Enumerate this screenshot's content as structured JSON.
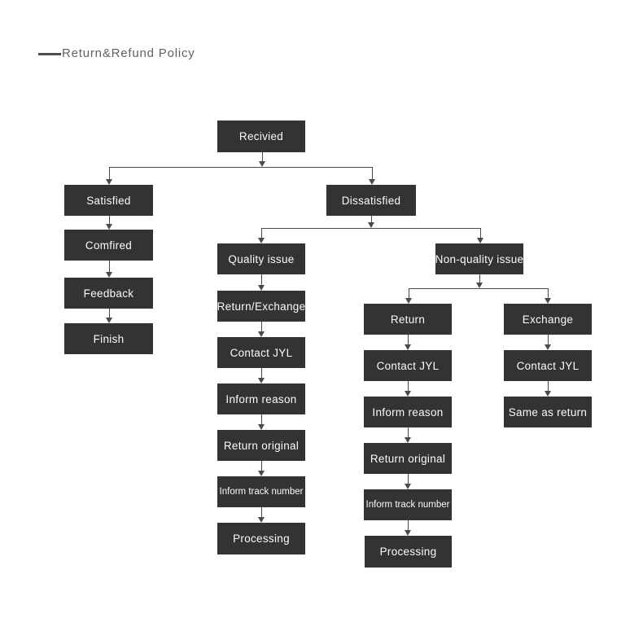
{
  "header": {
    "title": "Return&Refund Policy",
    "dash_icon": "horizontal-dash"
  },
  "colors": {
    "node_fill": "#333333",
    "node_text": "#fbfbfb",
    "connector": "#4a4a4a",
    "title_text": "#616161"
  },
  "nodes": {
    "recivied": {
      "label": "Recivied"
    },
    "satisfied": {
      "label": "Satisfied"
    },
    "comfired": {
      "label": "Comfired"
    },
    "feedback": {
      "label": "Feedback"
    },
    "finish": {
      "label": "Finish"
    },
    "dissatisfied": {
      "label": "Dissatisfied"
    },
    "quality_issue": {
      "label": "Quality issue"
    },
    "q_return_exchange": {
      "label": "Return/Exchange"
    },
    "q_contact_jyl": {
      "label": "Contact JYL"
    },
    "q_inform_reason": {
      "label": "Inform reason"
    },
    "q_return_original": {
      "label": "Return original"
    },
    "q_inform_track": {
      "label": "Inform track number"
    },
    "q_processing": {
      "label": "Processing"
    },
    "non_quality_issue": {
      "label": "Non-quality issue"
    },
    "r_return": {
      "label": "Return"
    },
    "r_contact_jyl": {
      "label": "Contact JYL"
    },
    "r_inform_reason": {
      "label": "Inform reason"
    },
    "r_return_original": {
      "label": "Return original"
    },
    "r_inform_track": {
      "label": "Inform track number"
    },
    "r_processing": {
      "label": "Processing"
    },
    "e_exchange": {
      "label": "Exchange"
    },
    "e_contact_jyl": {
      "label": "Contact JYL"
    },
    "e_same_as_return": {
      "label": "Same as return"
    }
  },
  "edges": [
    {
      "from": "recivied",
      "to": "satisfied"
    },
    {
      "from": "recivied",
      "to": "dissatisfied"
    },
    {
      "from": "satisfied",
      "to": "comfired"
    },
    {
      "from": "comfired",
      "to": "feedback"
    },
    {
      "from": "feedback",
      "to": "finish"
    },
    {
      "from": "dissatisfied",
      "to": "quality_issue"
    },
    {
      "from": "dissatisfied",
      "to": "non_quality_issue"
    },
    {
      "from": "quality_issue",
      "to": "q_return_exchange"
    },
    {
      "from": "q_return_exchange",
      "to": "q_contact_jyl"
    },
    {
      "from": "q_contact_jyl",
      "to": "q_inform_reason"
    },
    {
      "from": "q_inform_reason",
      "to": "q_return_original"
    },
    {
      "from": "q_return_original",
      "to": "q_inform_track"
    },
    {
      "from": "q_inform_track",
      "to": "q_processing"
    },
    {
      "from": "non_quality_issue",
      "to": "r_return"
    },
    {
      "from": "non_quality_issue",
      "to": "e_exchange"
    },
    {
      "from": "r_return",
      "to": "r_contact_jyl"
    },
    {
      "from": "r_contact_jyl",
      "to": "r_inform_reason"
    },
    {
      "from": "r_inform_reason",
      "to": "r_return_original"
    },
    {
      "from": "r_return_original",
      "to": "r_inform_track"
    },
    {
      "from": "r_inform_track",
      "to": "r_processing"
    },
    {
      "from": "e_exchange",
      "to": "e_contact_jyl"
    },
    {
      "from": "e_contact_jyl",
      "to": "e_same_as_return"
    }
  ]
}
